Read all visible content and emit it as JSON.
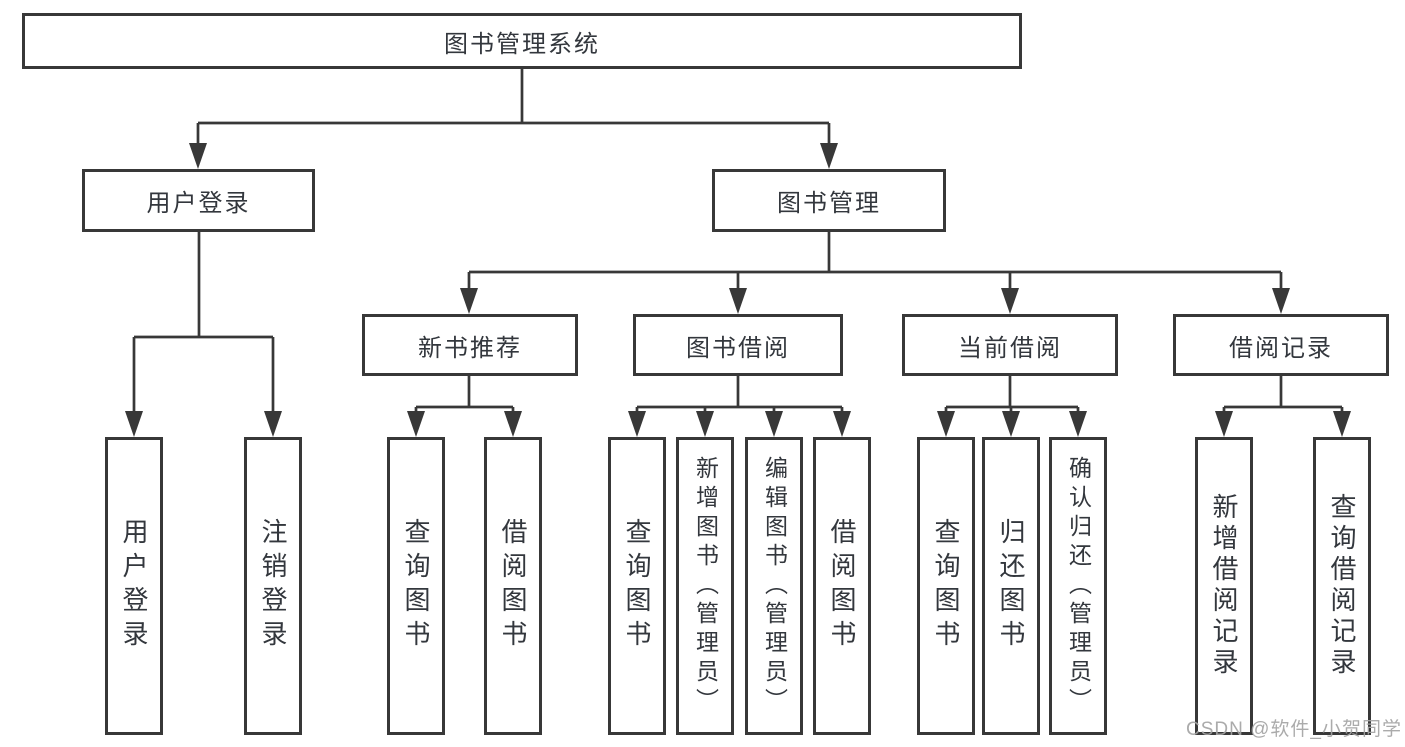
{
  "tree": {
    "root": "图书管理系统",
    "branches": [
      {
        "label": "用户登录",
        "children": [
          "用户登录",
          "注销登录"
        ]
      },
      {
        "label": "图书管理",
        "children": [
          {
            "label": "新书推荐",
            "children": [
              "查询图书",
              "借阅图书"
            ]
          },
          {
            "label": "图书借阅",
            "children": [
              "查询图书",
              "新增图书（管理员）",
              "编辑图书（管理员）",
              "借阅图书"
            ]
          },
          {
            "label": "当前借阅",
            "children": [
              "查询图书",
              "归还图书",
              "确认归还（管理员）"
            ]
          },
          {
            "label": "借阅记录",
            "children": [
              "新增借阅记录",
              "查询借阅记录"
            ]
          }
        ]
      }
    ]
  },
  "watermark": "CSDN @软件_小贺同学",
  "colors": {
    "line": "#383838",
    "text": "#33373d",
    "background": "#ffffff",
    "watermark": "#a4a4a4"
  }
}
